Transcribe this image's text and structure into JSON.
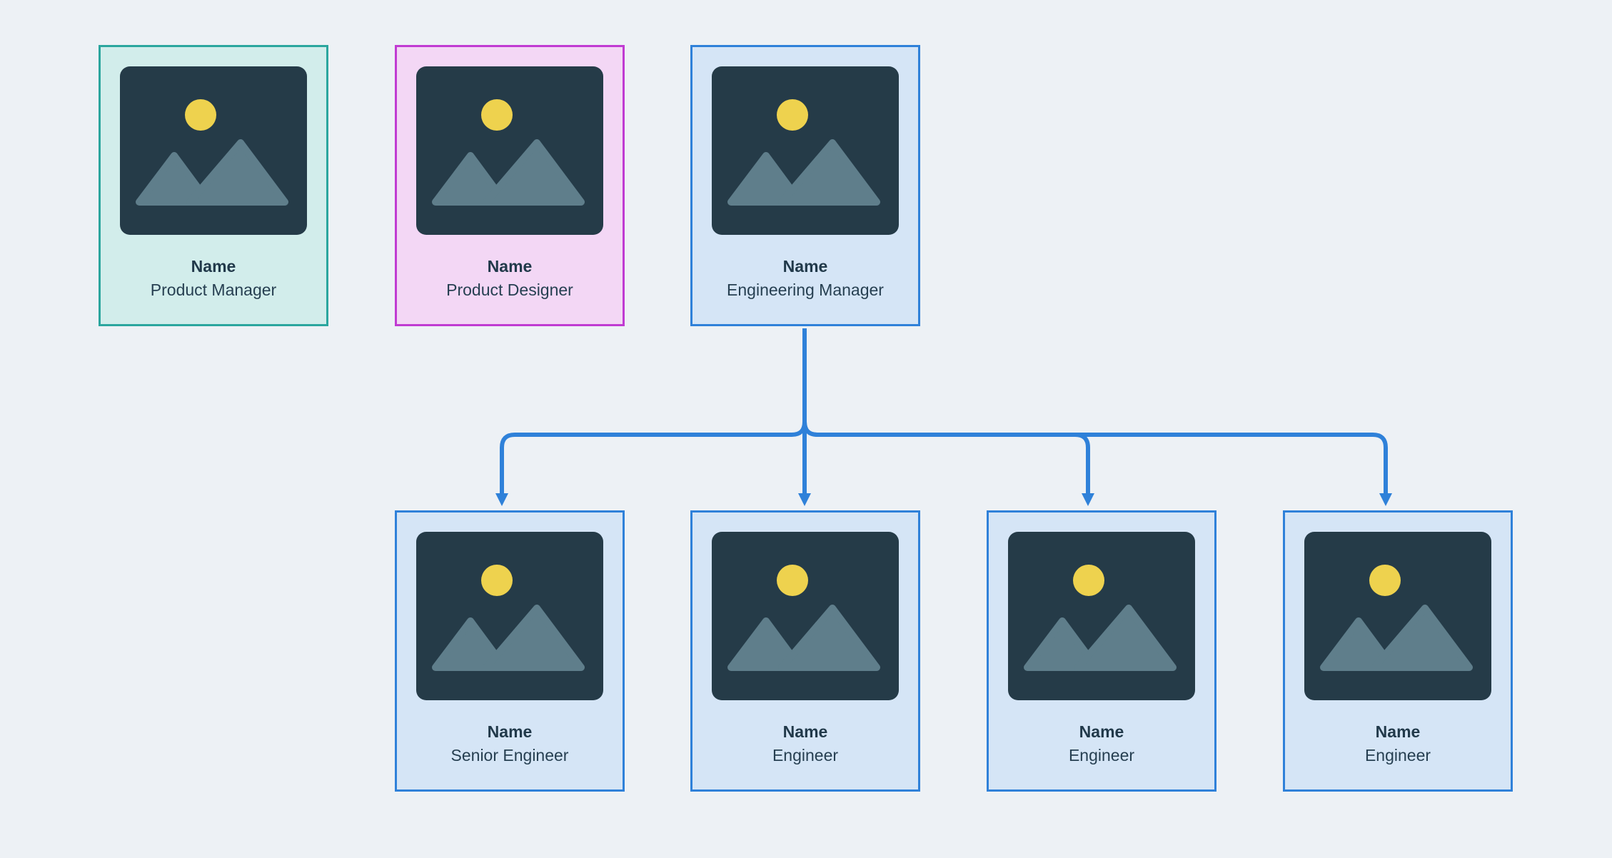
{
  "diagram": {
    "type": "org-chart",
    "background_color": "#EDF1F5",
    "connector_color": "#2F81D9",
    "text_color": "#21394A",
    "image_placeholder": {
      "background_color": "#253B48",
      "sun_color": "#EED24E",
      "mountain_color": "#5F7E8B"
    },
    "cards": [
      {
        "name": "Name",
        "role": "Product Manager",
        "theme": "teal",
        "border_color": "#2BA69E",
        "background_color": "#D2EDEB",
        "row": "top"
      },
      {
        "name": "Name",
        "role": "Product Designer",
        "theme": "pink",
        "border_color": "#C03BD2",
        "background_color": "#F3D7F5",
        "row": "top"
      },
      {
        "name": "Name",
        "role": "Engineering Manager",
        "theme": "blue",
        "border_color": "#2F81D9",
        "background_color": "#D5E5F6",
        "row": "top"
      },
      {
        "name": "Name",
        "role": "Senior Engineer",
        "theme": "blue",
        "border_color": "#2F81D9",
        "background_color": "#D5E5F6",
        "row": "bottom"
      },
      {
        "name": "Name",
        "role": "Engineer",
        "theme": "blue",
        "border_color": "#2F81D9",
        "background_color": "#D5E5F6",
        "row": "bottom"
      },
      {
        "name": "Name",
        "role": "Engineer",
        "theme": "blue",
        "border_color": "#2F81D9",
        "background_color": "#D5E5F6",
        "row": "bottom"
      },
      {
        "name": "Name",
        "role": "Engineer",
        "theme": "blue",
        "border_color": "#2F81D9",
        "background_color": "#D5E5F6",
        "row": "bottom"
      }
    ],
    "connections": [
      {
        "from": "Engineering Manager",
        "to": "Senior Engineer",
        "arrow": "down"
      },
      {
        "from": "Engineering Manager",
        "to": "Engineer (1)",
        "arrow": "down"
      },
      {
        "from": "Engineering Manager",
        "to": "Engineer (2)",
        "arrow": "down"
      },
      {
        "from": "Engineering Manager",
        "to": "Engineer (3)",
        "arrow": "down"
      }
    ]
  }
}
